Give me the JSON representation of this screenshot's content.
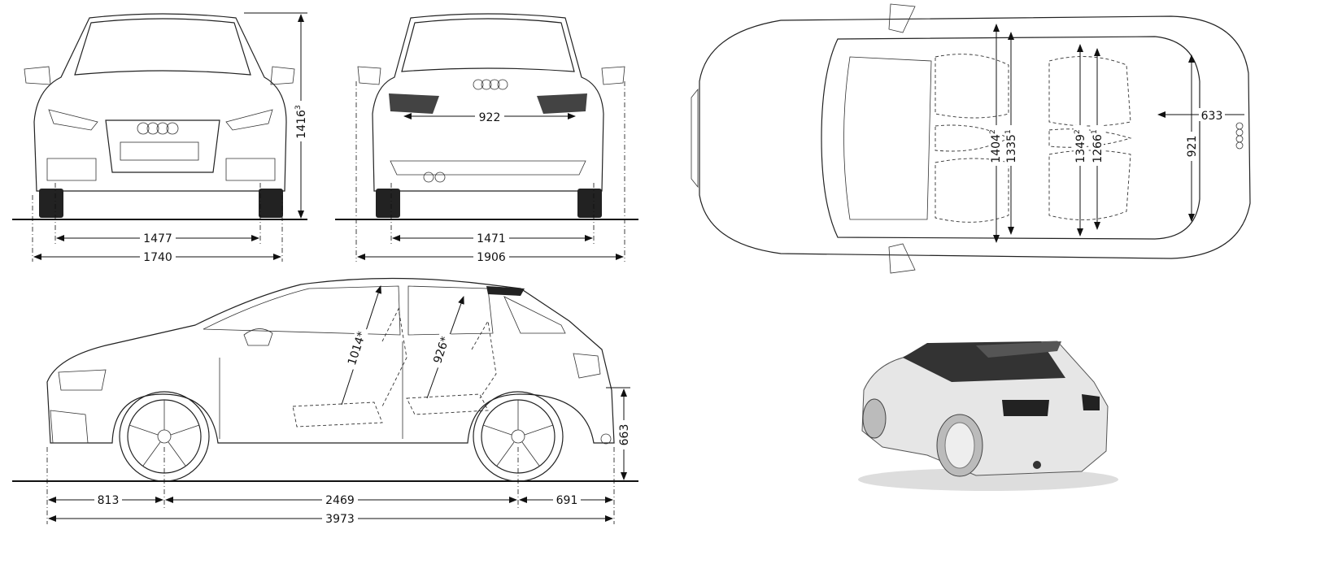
{
  "front_view": {
    "height": "1416",
    "height_note": "3",
    "track": "1477",
    "width": "1740"
  },
  "rear_view": {
    "tailgate_width": "922",
    "track": "1471",
    "width_with_mirrors": "1906"
  },
  "top_view": {
    "front_elbow_width": "1404",
    "front_elbow_note": "2",
    "front_shoulder_width": "1335",
    "front_shoulder_note": "1",
    "rear_elbow_width": "1349",
    "rear_elbow_note": "2",
    "rear_shoulder_width": "1266",
    "rear_shoulder_note": "1",
    "luggage_depth": "633",
    "luggage_width": "921"
  },
  "side_view": {
    "front_headroom": "1014*",
    "rear_headroom": "926*",
    "loading_sill_height": "663",
    "front_overhang": "813",
    "wheelbase": "2469",
    "rear_overhang": "691",
    "length": "3973"
  }
}
